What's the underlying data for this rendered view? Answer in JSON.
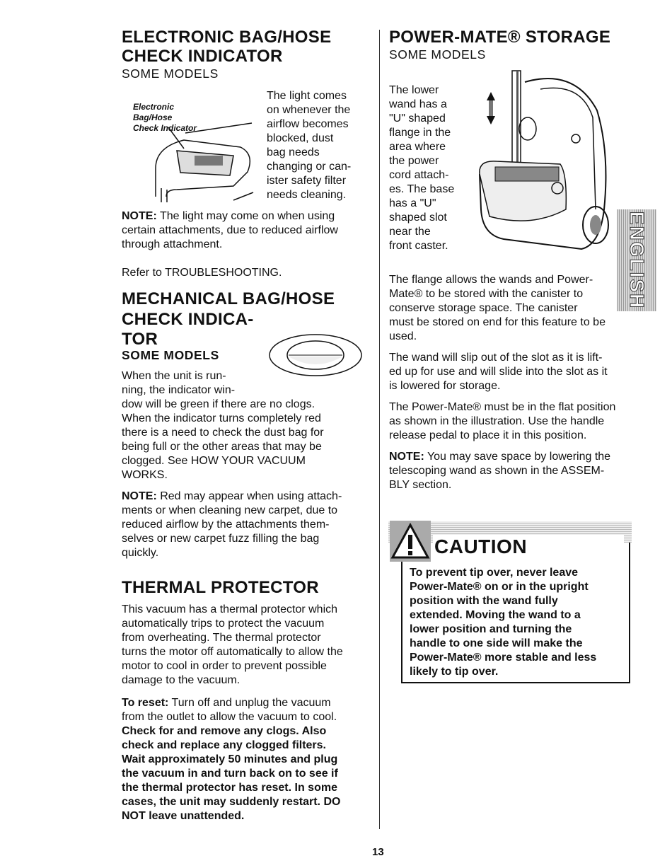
{
  "left": {
    "s1": {
      "title_l1": "ELECTRONIC BAG/HOSE",
      "title_l2": "CHECK INDICATOR",
      "sub": "SOME MODELS",
      "figure_label": [
        "Electronic",
        "Bag/Hose",
        "Check Indicator"
      ],
      "text_lines": [
        "The light comes",
        "on whenever the",
        "airflow becomes",
        "blocked, dust",
        "bag needs",
        "changing or can-",
        "ister safety filter",
        "needs cleaning."
      ],
      "note_label": "NOTE:",
      "note_l1": " The light may come on when using",
      "note_lines": [
        "certain attachments, due to reduced airflow",
        "through attachment."
      ],
      "refer": "Refer to TROUBLESHOOTING."
    },
    "s2": {
      "title_l1": "MECHANICAL BAG/HOSE",
      "title_l2": "CHECK INDICA-",
      "title_l3": "TOR",
      "sub": "SOME MODELS",
      "text_lines": [
        "When the unit is run-",
        "ning, the indicator win-",
        "dow will be green if there are no clogs.",
        "When the indicator turns completely red",
        "there is a need to check the dust bag for",
        "being full or the other areas that may be",
        "clogged.  See HOW YOUR VACUUM",
        "WORKS."
      ],
      "note_label": "NOTE:",
      "note_l1": " Red may appear when using attach-",
      "note_lines": [
        "ments or when cleaning new carpet, due to",
        "reduced airflow by the attachments them-",
        "selves or new carpet fuzz filling the bag",
        "quickly."
      ]
    },
    "s3": {
      "title": "THERMAL PROTECTOR",
      "text_lines": [
        "This vacuum has a thermal protector which",
        "automatically trips to protect the vacuum",
        "from overheating.  The thermal protector",
        "turns the motor off automatically to allow the",
        "motor to cool in order to prevent possible",
        "damage to the vacuum."
      ],
      "reset_label": "To reset:",
      "reset_l1": " Turn off and unplug the vacuum",
      "reset_l2": "from the outlet to allow the vacuum to cool.",
      "bold_lines": [
        "Check for and remove any clogs.  Also",
        "check and replace any clogged filters.",
        "Wait approximately 50 minutes and plug",
        "the vacuum in and turn back on to see if",
        "the thermal protector has reset. In some",
        "cases, the unit may suddenly restart. DO",
        "NOT leave unattended."
      ]
    }
  },
  "right": {
    "title": "POWER-MATE® STORAGE",
    "sub": "SOME MODELS",
    "fig_text_lines": [
      "The lower",
      "wand has a",
      "\"U\" shaped",
      "flange in the",
      "area where",
      "the power",
      "cord attach-",
      "es. The base",
      "has a \"U\"",
      "shaped slot",
      "near the",
      "front caster."
    ],
    "p1_lines": [
      "The flange allows the wands and Power-",
      "Mate® to be stored with the canister to",
      "conserve storage space. The canister",
      "must be stored on end for this feature to be",
      "used."
    ],
    "p2_lines": [
      "The wand will slip out of the slot as it is lift-",
      "ed up for use and will slide into the slot as it",
      "is lowered for storage."
    ],
    "p3_lines": [
      "The Power-Mate® must be in the flat position",
      "as shown in the illustration.  Use the handle",
      "release pedal to place it in this position."
    ],
    "note_label": "NOTE:",
    "note_l1": " You may save space by lowering the",
    "note_lines": [
      "telescoping wand as shown in the ASSEM-",
      "BLY section."
    ],
    "caution": {
      "title": "CAUTION",
      "lines": [
        "To prevent tip over, never leave",
        "Power-Mate® on or in the upright",
        "position with the wand fully",
        "extended. Moving the wand to a",
        "lower position and turning the",
        "handle to one side will make the",
        "Power-Mate® more stable and less",
        "likely to tip over."
      ]
    },
    "tab": "ENGLISH"
  },
  "page_number": "13"
}
